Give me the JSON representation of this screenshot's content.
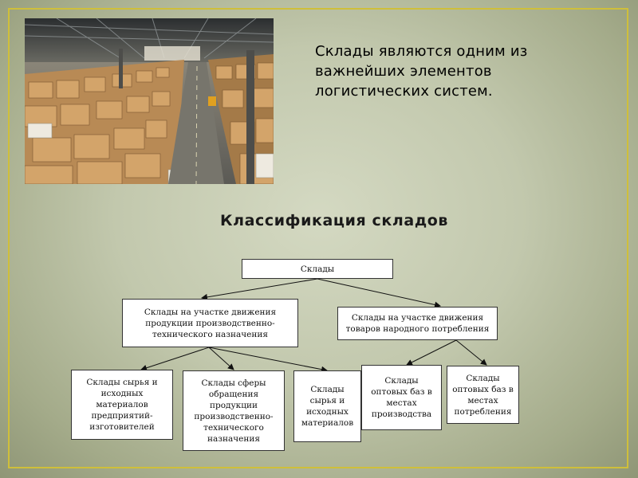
{
  "intro_text": "Склады являются одним из важнейших элементов логистических систем.",
  "title": "Классификация складов",
  "diagram": {
    "root": "Склады",
    "level1": [
      "Склады на участке движения продукции производственно-технического назначения",
      "Склады на участке движения товаров народного потребления"
    ],
    "level2": [
      "Склады сырья и исходных материалов предприятий-изготовителей",
      "Склады сферы обращения продукции производственно-технического назначения",
      "Склады сырья и исходных материалов",
      "Склады оптовых баз в местах производства",
      "Склады оптовых баз в местах потребления"
    ]
  },
  "colors": {
    "frame": "#cfbf3a",
    "background": "#c2c8ad",
    "box_border": "#333333"
  }
}
